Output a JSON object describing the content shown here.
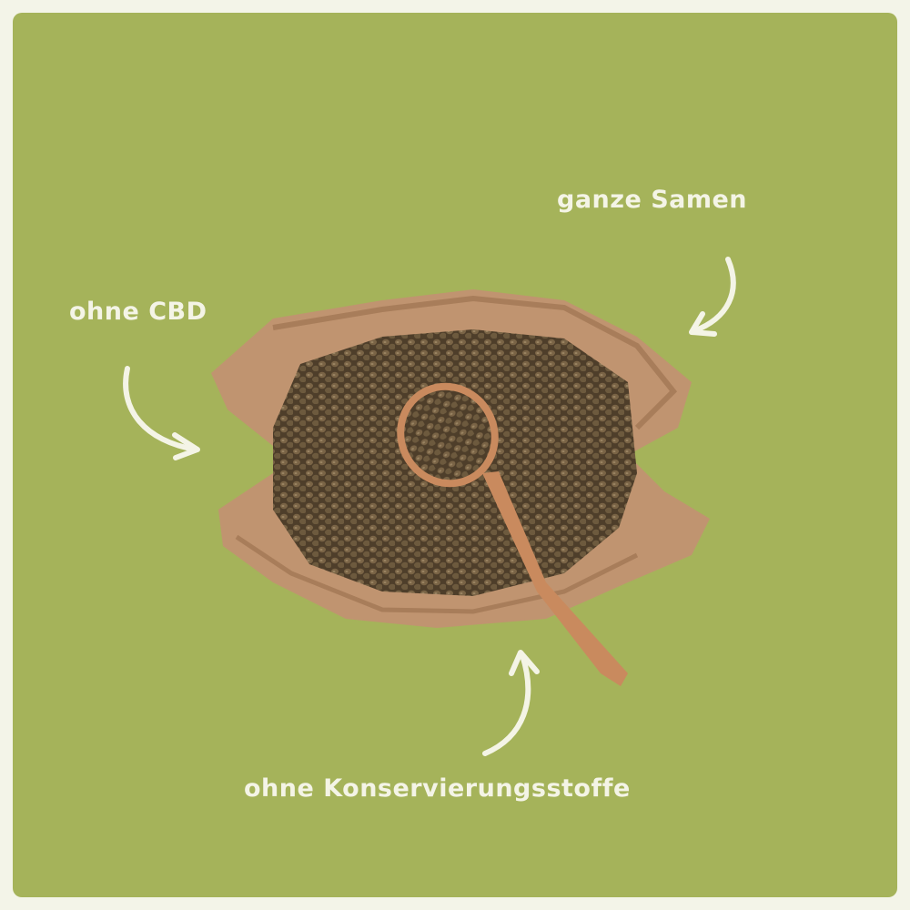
{
  "labels": {
    "whole_seeds": "ganze Samen",
    "no_cbd": "ohne CBD",
    "no_preservatives": "ohne Konservierungsstoffe"
  },
  "colors": {
    "background": "#a5b35a",
    "frame": "#f3f4e8",
    "text": "#f4f4e6",
    "paper": "#c09470",
    "seeds": "#5e4c34",
    "spoon": "#c98a5e"
  },
  "icons": [
    "curved-arrow-icon",
    "curved-arrow-icon",
    "curved-arrow-icon"
  ]
}
